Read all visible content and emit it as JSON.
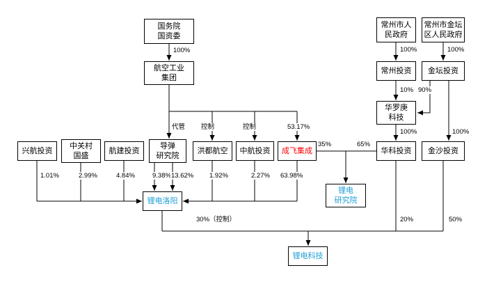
{
  "colors": {
    "red": "#ff0000",
    "blue": "#1e9fd8",
    "line": "#000000"
  },
  "diagram": {
    "nodes": {
      "sasac": {
        "label": "国务院\n国资委"
      },
      "czgov": {
        "label": "常州市人\n民政府"
      },
      "jtgov": {
        "label": "常州市金坛\n区人民政府"
      },
      "avic": {
        "label": "航空工业\n集团"
      },
      "czinv": {
        "label": "常州投资"
      },
      "jtinv": {
        "label": "金坛投资"
      },
      "hlg": {
        "label": "华罗庚\n科技"
      },
      "xinghang": {
        "label": "兴航投资"
      },
      "zgc": {
        "label": "中关村\n国盛"
      },
      "hangjian": {
        "label": "航建投资"
      },
      "missile": {
        "label": "导弹\n研究院"
      },
      "hongdu": {
        "label": "洪都航空"
      },
      "zhonghang": {
        "label": "中航投资"
      },
      "chengfei": {
        "label": "成飞集成"
      },
      "huake": {
        "label": "华科投资"
      },
      "jinsha": {
        "label": "金沙投资"
      },
      "luoyang": {
        "label": "锂电洛阳"
      },
      "institute": {
        "label": "锂电\n研究院"
      },
      "tech": {
        "label": "锂电科技"
      }
    },
    "edges": {
      "sasac_avic": "100%",
      "czgov_czinv": "100%",
      "jtgov_jtinv": "100%",
      "czinv_hlg": "10%",
      "jtinv_hlg": "90%",
      "hlg_huake": "100%",
      "jtinv_jinsha": "100%",
      "avic_missile": "代管",
      "avic_hongdu": "控制",
      "avic_zhonghang": "控制",
      "avic_chengfei": "53.17%",
      "chengfei_institute": "35%",
      "huake_institute": "65%",
      "xinghang_luoyang": "1.01%",
      "zgc_luoyang": "2.99%",
      "hangjian_luoyang": "4.84%",
      "missile_luoyang_a": "9.38%",
      "missile_luoyang_b": "13.62%",
      "hongdu_luoyang": "1.92%",
      "zhonghang_luoyang": "2.27%",
      "chengfei_luoyang": "63.98%",
      "luoyang_tech": "30%（控制）",
      "huake_tech": "20%",
      "jinsha_tech": "50%"
    }
  }
}
